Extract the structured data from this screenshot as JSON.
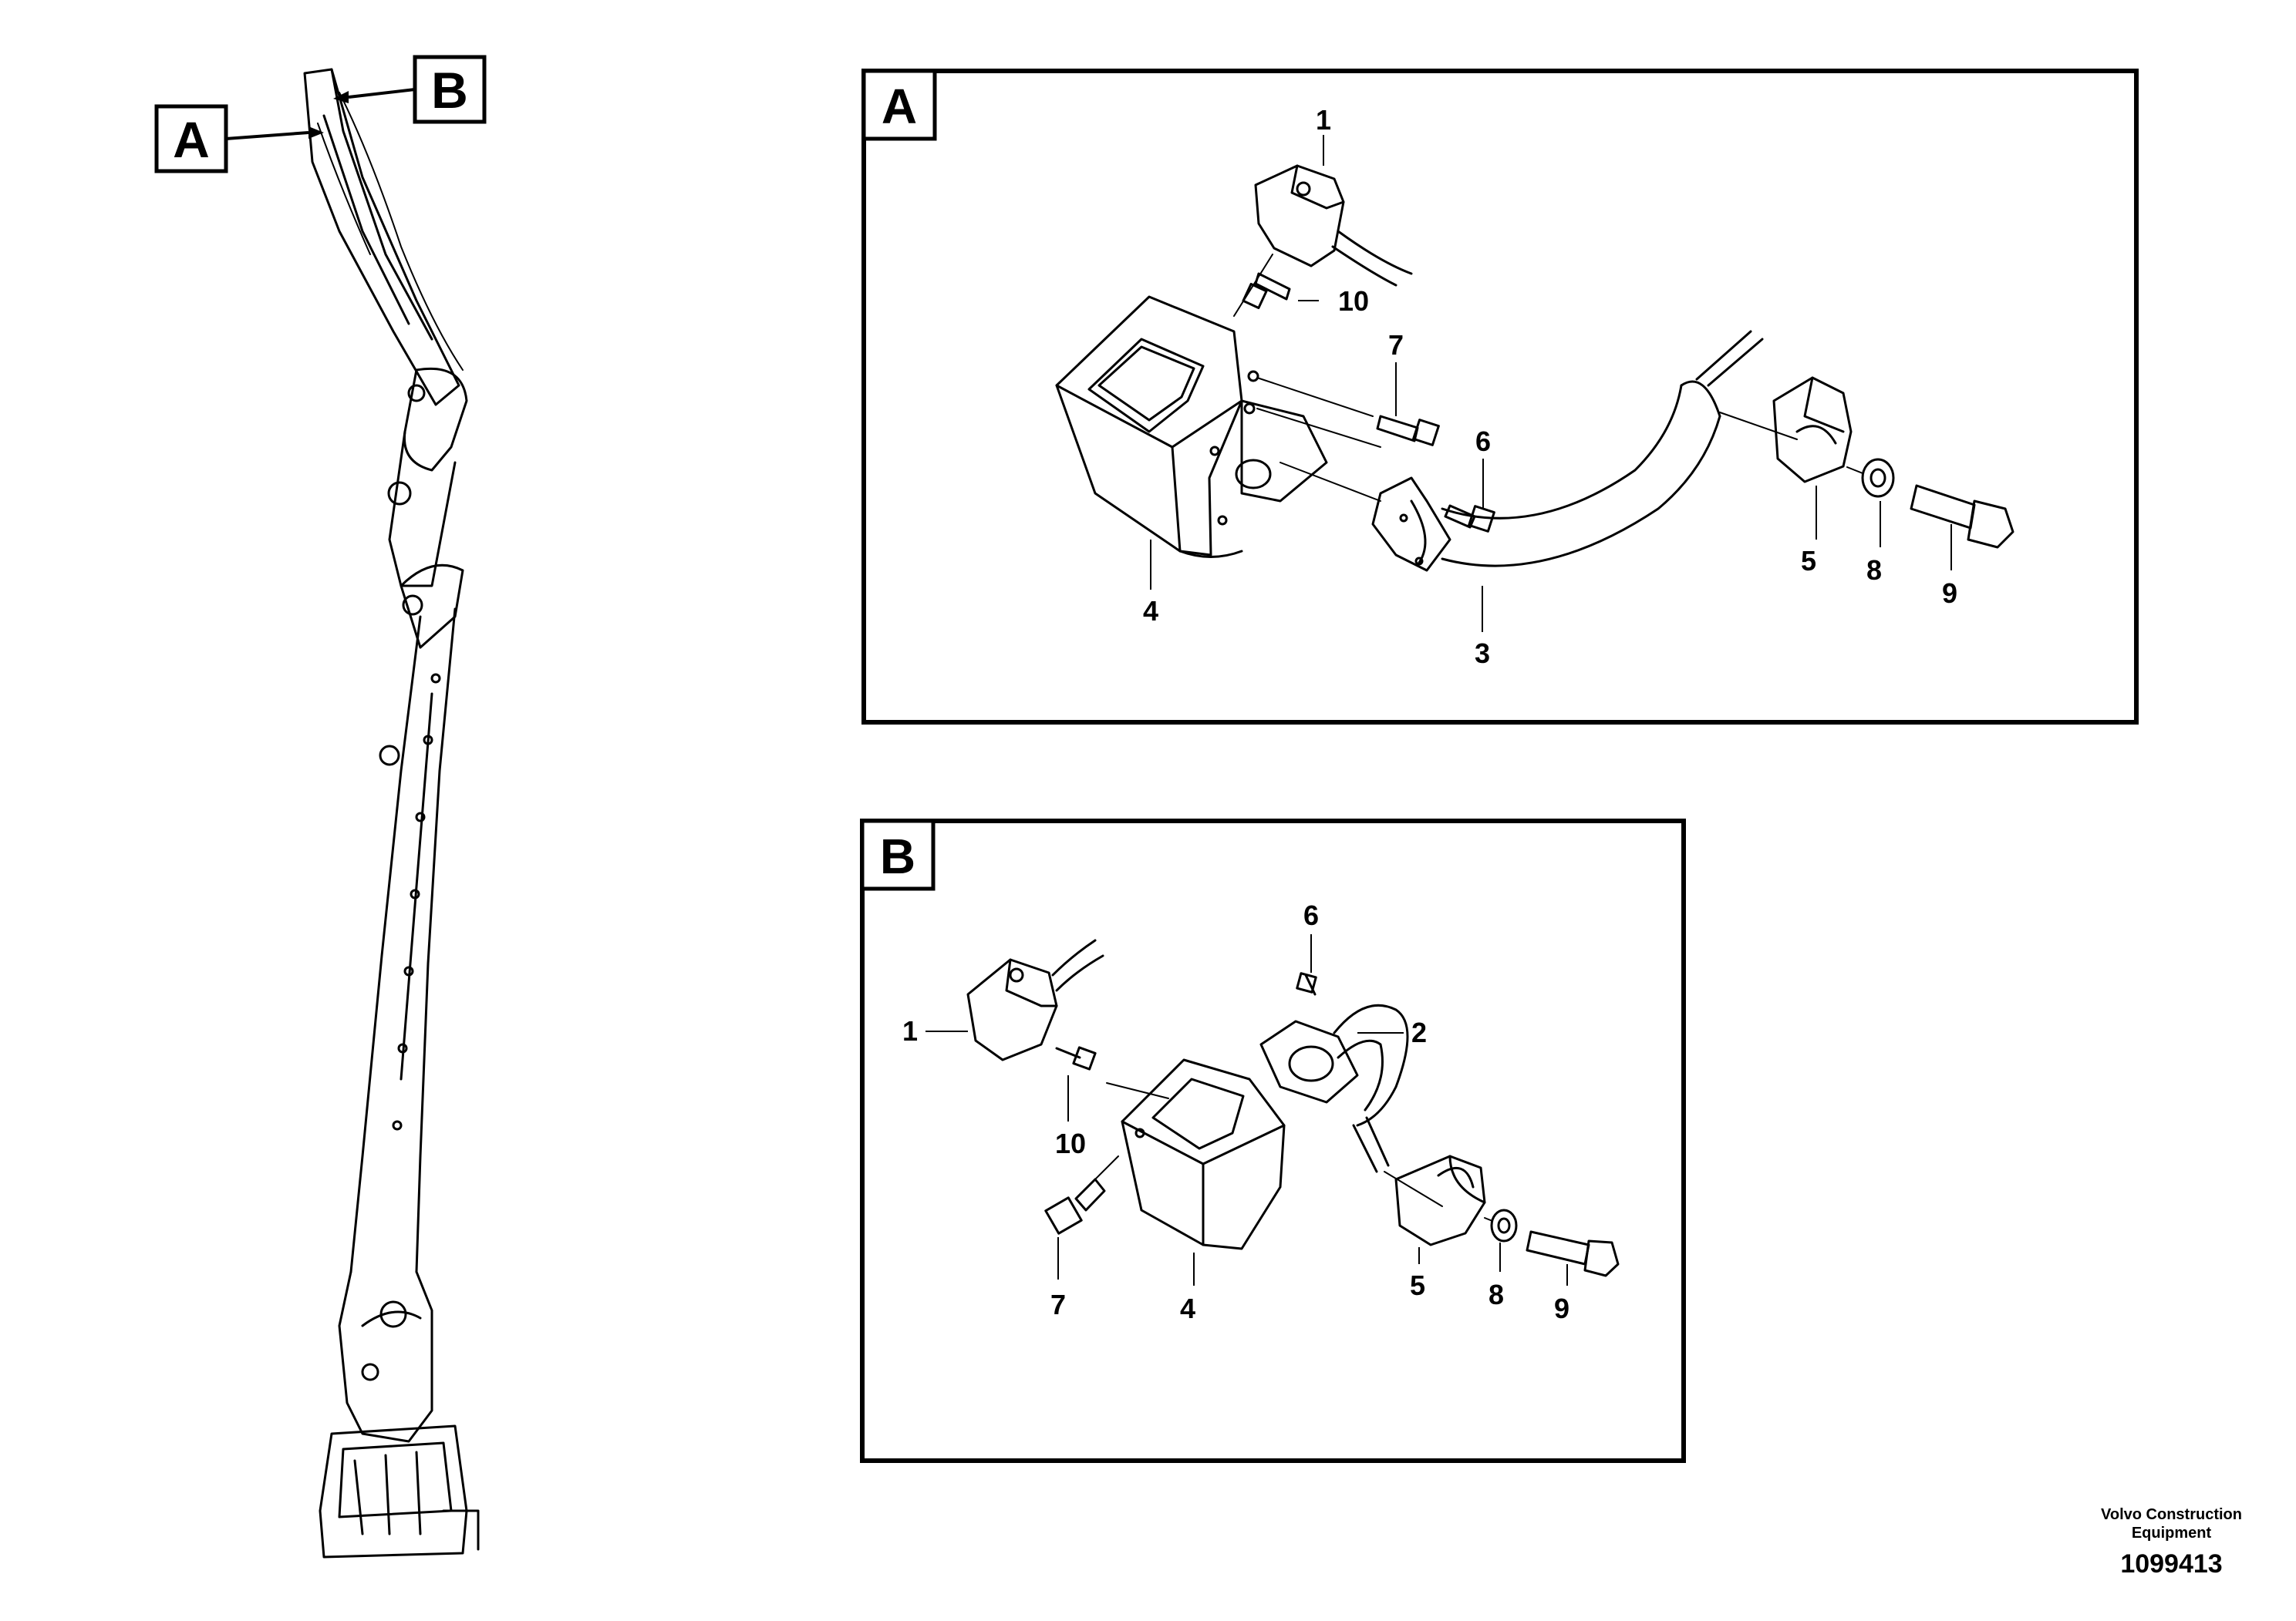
{
  "overview": {
    "callouts": [
      "A",
      "B"
    ]
  },
  "panel_a": {
    "title": "A",
    "labels": {
      "p1": "1",
      "p3": "3",
      "p4": "4",
      "p5": "5",
      "p6": "6",
      "p7": "7",
      "p8": "8",
      "p9": "9",
      "p10": "10"
    }
  },
  "panel_b": {
    "title": "B",
    "labels": {
      "p1": "1",
      "p2": "2",
      "p4": "4",
      "p5": "5",
      "p6": "6",
      "p7": "7",
      "p8": "8",
      "p9": "9",
      "p10": "10"
    }
  },
  "footer": {
    "brand_line1": "Volvo Construction",
    "brand_line2": "Equipment",
    "drawing_number": "1099413"
  }
}
